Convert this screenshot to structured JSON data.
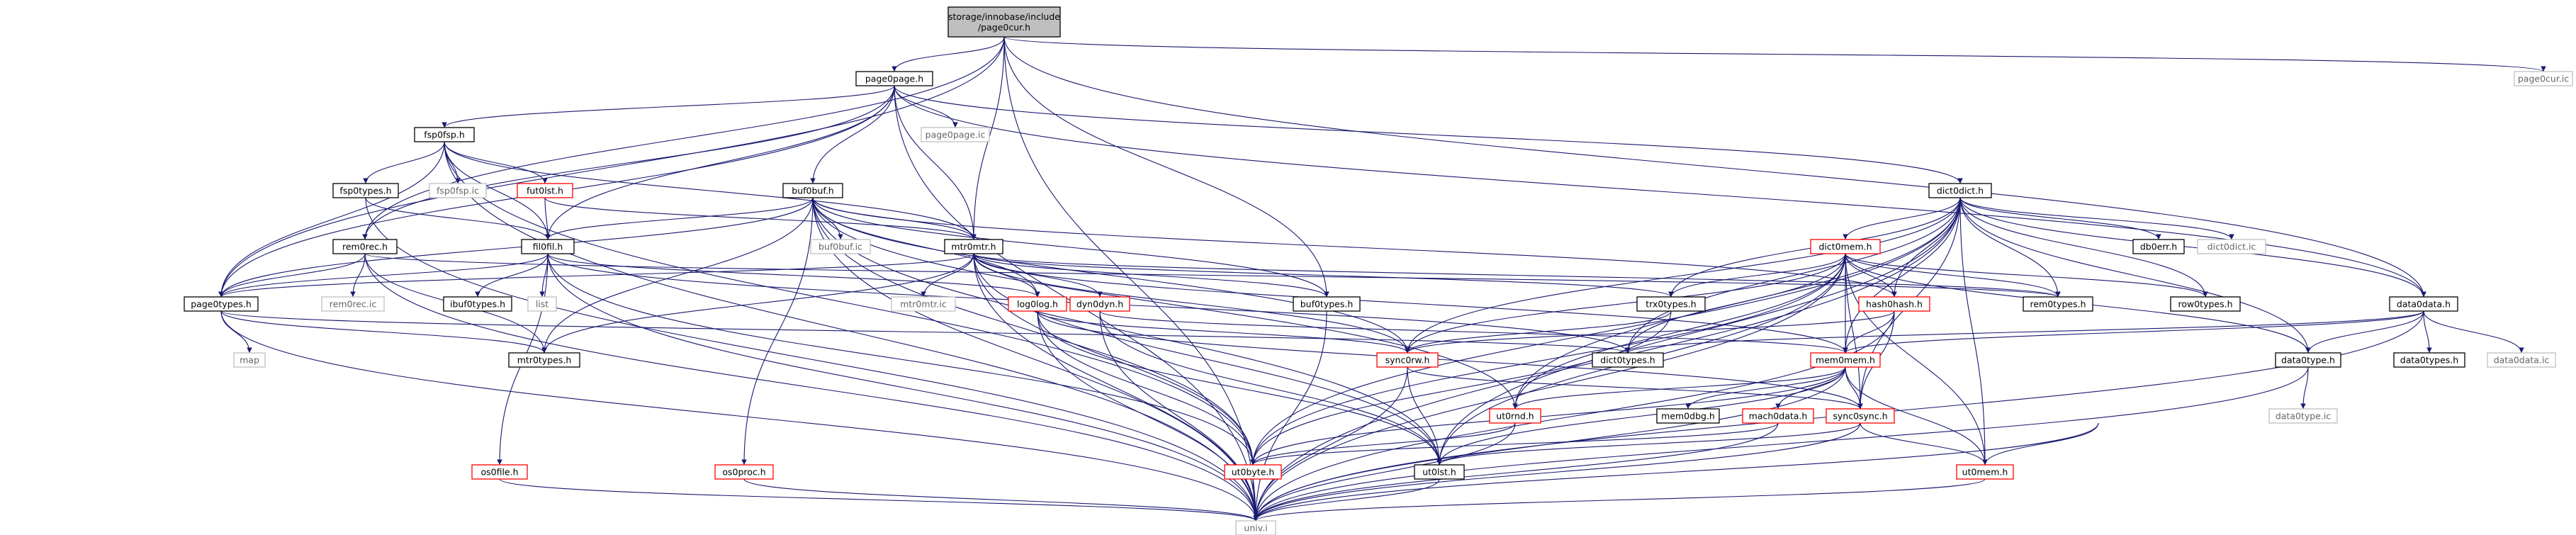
{
  "graph": {
    "colors": {
      "edge": "#191970",
      "root_fill": "#bfbfbf",
      "node_stroke": "#000000",
      "node_link_red": "#ff0000",
      "leaf_stroke": "#bfbfbf",
      "leaf_text": "#666666",
      "text": "#000000"
    },
    "nodes": [
      {
        "id": "page0cur_h",
        "lines": [
          "storage/innobase/include",
          "/page0cur.h"
        ],
        "style": "root"
      },
      {
        "id": "page0page_h",
        "lines": [
          "page0page.h"
        ],
        "style": "normal"
      },
      {
        "id": "page0cur_ic",
        "lines": [
          "page0cur.ic"
        ],
        "style": "leaf"
      },
      {
        "id": "fsp0fsp_h",
        "lines": [
          "fsp0fsp.h"
        ],
        "style": "normal"
      },
      {
        "id": "page0page_ic",
        "lines": [
          "page0page.ic"
        ],
        "style": "leaf"
      },
      {
        "id": "fsp0types_h",
        "lines": [
          "fsp0types.h"
        ],
        "style": "normal"
      },
      {
        "id": "fsp0fsp_ic",
        "lines": [
          "fsp0fsp.ic"
        ],
        "style": "leaf"
      },
      {
        "id": "fut0lst_h",
        "lines": [
          "fut0lst.h"
        ],
        "style": "red"
      },
      {
        "id": "buf0buf_h",
        "lines": [
          "buf0buf.h"
        ],
        "style": "normal"
      },
      {
        "id": "dict0dict_h",
        "lines": [
          "dict0dict.h"
        ],
        "style": "normal"
      },
      {
        "id": "rem0rec_h",
        "lines": [
          "rem0rec.h"
        ],
        "style": "normal"
      },
      {
        "id": "fil0fil_h",
        "lines": [
          "fil0fil.h"
        ],
        "style": "normal"
      },
      {
        "id": "buf0buf_ic",
        "lines": [
          "buf0buf.ic"
        ],
        "style": "leaf"
      },
      {
        "id": "mtr0mtr_h",
        "lines": [
          "mtr0mtr.h"
        ],
        "style": "normal"
      },
      {
        "id": "dict0mem_h",
        "lines": [
          "dict0mem.h"
        ],
        "style": "red"
      },
      {
        "id": "db0err_h",
        "lines": [
          "db0err.h"
        ],
        "style": "normal"
      },
      {
        "id": "dict0dict_ic",
        "lines": [
          "dict0dict.ic"
        ],
        "style": "leaf"
      },
      {
        "id": "page0types_h",
        "lines": [
          "page0types.h"
        ],
        "style": "normal"
      },
      {
        "id": "rem0rec_ic",
        "lines": [
          "rem0rec.ic"
        ],
        "style": "leaf"
      },
      {
        "id": "ibuf0types_h",
        "lines": [
          "ibuf0types.h"
        ],
        "style": "normal"
      },
      {
        "id": "list",
        "lines": [
          "list"
        ],
        "style": "leaf"
      },
      {
        "id": "mtr0mtr_ic",
        "lines": [
          "mtr0mtr.ic"
        ],
        "style": "leaf"
      },
      {
        "id": "log0log_h",
        "lines": [
          "log0log.h"
        ],
        "style": "red"
      },
      {
        "id": "dyn0dyn_h",
        "lines": [
          "dyn0dyn.h"
        ],
        "style": "red"
      },
      {
        "id": "buf0types_h",
        "lines": [
          "buf0types.h"
        ],
        "style": "normal"
      },
      {
        "id": "trx0types_h",
        "lines": [
          "trx0types.h"
        ],
        "style": "normal"
      },
      {
        "id": "rem0types_h",
        "lines": [
          "rem0types.h"
        ],
        "style": "normal"
      },
      {
        "id": "hash0hash_h",
        "lines": [
          "hash0hash.h"
        ],
        "style": "red"
      },
      {
        "id": "row0types_h",
        "lines": [
          "row0types.h"
        ],
        "style": "normal"
      },
      {
        "id": "data0data_h",
        "lines": [
          "data0data.h"
        ],
        "style": "normal"
      },
      {
        "id": "map",
        "lines": [
          "map"
        ],
        "style": "leaf"
      },
      {
        "id": "mtr0types_h",
        "lines": [
          "mtr0types.h"
        ],
        "style": "normal"
      },
      {
        "id": "sync0rw_h",
        "lines": [
          "sync0rw.h"
        ],
        "style": "red"
      },
      {
        "id": "dict0types_h",
        "lines": [
          "dict0types.h"
        ],
        "style": "normal"
      },
      {
        "id": "mem0mem_h",
        "lines": [
          "mem0mem.h"
        ],
        "style": "red"
      },
      {
        "id": "data0type_h",
        "lines": [
          "data0type.h"
        ],
        "style": "normal"
      },
      {
        "id": "data0types_h",
        "lines": [
          "data0types.h"
        ],
        "style": "normal"
      },
      {
        "id": "data0data_ic",
        "lines": [
          "data0data.ic"
        ],
        "style": "leaf"
      },
      {
        "id": "data0type_ic",
        "lines": [
          "data0type.ic"
        ],
        "style": "leaf"
      },
      {
        "id": "ut0rnd_h",
        "lines": [
          "ut0rnd.h"
        ],
        "style": "red"
      },
      {
        "id": "mem0dbg_h",
        "lines": [
          "mem0dbg.h"
        ],
        "style": "normal"
      },
      {
        "id": "mach0data_h",
        "lines": [
          "mach0data.h"
        ],
        "style": "red"
      },
      {
        "id": "sync0sync_h",
        "lines": [
          "sync0sync.h"
        ],
        "style": "red"
      },
      {
        "id": "ut0lst_h",
        "lines": [
          "ut0lst.h"
        ],
        "style": "normal"
      },
      {
        "id": "ut0byte_h",
        "lines": [
          "ut0byte.h"
        ],
        "style": "red"
      },
      {
        "id": "ut0mem_h",
        "lines": [
          "ut0mem.h"
        ],
        "style": "red"
      },
      {
        "id": "os0file_h",
        "lines": [
          "os0file.h"
        ],
        "style": "red"
      },
      {
        "id": "os0proc_h",
        "lines": [
          "os0proc.h"
        ],
        "style": "red"
      },
      {
        "id": "univ_i",
        "lines": [
          "univ.i"
        ],
        "style": "leaf"
      }
    ],
    "edges": [
      [
        "page0cur_h",
        "page0page_h"
      ],
      [
        "page0cur_h",
        "page0cur_ic"
      ],
      [
        "page0cur_h",
        "page0types_h"
      ],
      [
        "page0cur_h",
        "rem0rec_h"
      ],
      [
        "page0cur_h",
        "mtr0mtr_h"
      ],
      [
        "page0cur_h",
        "buf0types_h"
      ],
      [
        "page0cur_h",
        "data0data_h"
      ],
      [
        "page0cur_h",
        "univ_i"
      ],
      [
        "page0page_h",
        "fsp0fsp_h"
      ],
      [
        "page0page_h",
        "page0page_ic"
      ],
      [
        "page0page_h",
        "buf0buf_h"
      ],
      [
        "page0page_h",
        "dict0dict_h"
      ],
      [
        "page0page_h",
        "rem0rec_h"
      ],
      [
        "page0page_h",
        "fil0fil_h"
      ],
      [
        "page0page_h",
        "mtr0mtr_h"
      ],
      [
        "page0page_h",
        "page0types_h"
      ],
      [
        "page0page_h",
        "data0data_h"
      ],
      [
        "page0page_h",
        "univ_i"
      ],
      [
        "fsp0fsp_h",
        "fsp0types_h"
      ],
      [
        "fsp0fsp_h",
        "fsp0fsp_ic"
      ],
      [
        "fsp0fsp_h",
        "fut0lst_h"
      ],
      [
        "fsp0fsp_h",
        "fil0fil_h"
      ],
      [
        "fsp0fsp_h",
        "mtr0mtr_h"
      ],
      [
        "fsp0fsp_h",
        "page0types_h"
      ],
      [
        "fsp0fsp_h",
        "ut0byte_h"
      ],
      [
        "fsp0fsp_h",
        "univ_i"
      ],
      [
        "fsp0types_h",
        "fil0fil_h"
      ],
      [
        "fsp0types_h",
        "univ_i"
      ],
      [
        "fut0lst_h",
        "fil0fil_h"
      ],
      [
        "fut0lst_h",
        "mtr0mtr_h"
      ],
      [
        "buf0buf_h",
        "fil0fil_h"
      ],
      [
        "buf0buf_h",
        "buf0buf_ic"
      ],
      [
        "buf0buf_h",
        "mtr0mtr_h"
      ],
      [
        "buf0buf_h",
        "log0log_h"
      ],
      [
        "buf0buf_h",
        "buf0types_h"
      ],
      [
        "buf0buf_h",
        "hash0hash_h"
      ],
      [
        "buf0buf_h",
        "ut0rnd_h"
      ],
      [
        "buf0buf_h",
        "ut0byte_h"
      ],
      [
        "buf0buf_h",
        "mtr0types_h"
      ],
      [
        "buf0buf_h",
        "os0proc_h"
      ],
      [
        "buf0buf_h",
        "univ_i"
      ],
      [
        "buf0buf_h",
        "page0types_h"
      ],
      [
        "buf0buf_h",
        "ut0lst_h"
      ],
      [
        "buf0buf_h",
        "sync0rw_h"
      ],
      [
        "dict0dict_h",
        "dict0mem_h"
      ],
      [
        "dict0dict_h",
        "db0err_h"
      ],
      [
        "dict0dict_h",
        "dict0dict_ic"
      ],
      [
        "dict0dict_h",
        "data0data_h"
      ],
      [
        "dict0dict_h",
        "data0type_h"
      ],
      [
        "dict0dict_h",
        "dict0types_h"
      ],
      [
        "dict0dict_h",
        "rem0types_h"
      ],
      [
        "dict0dict_h",
        "trx0types_h"
      ],
      [
        "dict0dict_h",
        "row0types_h"
      ],
      [
        "dict0dict_h",
        "hash0hash_h"
      ],
      [
        "dict0dict_h",
        "mem0mem_h"
      ],
      [
        "dict0dict_h",
        "sync0sync_h"
      ],
      [
        "dict0dict_h",
        "sync0rw_h"
      ],
      [
        "dict0dict_h",
        "ut0rnd_h"
      ],
      [
        "dict0dict_h",
        "ut0byte_h"
      ],
      [
        "dict0dict_h",
        "ut0lst_h"
      ],
      [
        "dict0dict_h",
        "ut0mem_h"
      ],
      [
        "dict0dict_h",
        "univ_i"
      ],
      [
        "rem0rec_h",
        "rem0rec_ic"
      ],
      [
        "rem0rec_h",
        "page0types_h"
      ],
      [
        "rem0rec_h",
        "mtr0types_h"
      ],
      [
        "rem0rec_h",
        "rem0types_h"
      ],
      [
        "rem0rec_h",
        "univ_i"
      ],
      [
        "fil0fil_h",
        "ibuf0types_h"
      ],
      [
        "fil0fil_h",
        "list"
      ],
      [
        "fil0fil_h",
        "log0log_h"
      ],
      [
        "fil0fil_h",
        "dict0types_h"
      ],
      [
        "fil0fil_h",
        "page0types_h"
      ],
      [
        "fil0fil_h",
        "os0file_h"
      ],
      [
        "fil0fil_h",
        "ut0byte_h"
      ],
      [
        "fil0fil_h",
        "univ_i"
      ],
      [
        "mtr0mtr_h",
        "mtr0mtr_ic"
      ],
      [
        "mtr0mtr_h",
        "log0log_h"
      ],
      [
        "mtr0mtr_h",
        "dyn0dyn_h"
      ],
      [
        "mtr0mtr_h",
        "buf0types_h"
      ],
      [
        "mtr0mtr_h",
        "sync0rw_h"
      ],
      [
        "mtr0mtr_h",
        "mtr0types_h"
      ],
      [
        "mtr0mtr_h",
        "page0types_h"
      ],
      [
        "mtr0mtr_h",
        "ut0byte_h"
      ],
      [
        "mtr0mtr_h",
        "mem0mem_h"
      ],
      [
        "mtr0mtr_h",
        "univ_i"
      ],
      [
        "mtr0mtr_h",
        "trx0types_h"
      ],
      [
        "mtr0mtr_h",
        "rem0types_h"
      ],
      [
        "mtr0mtr_h",
        "ut0lst_h"
      ],
      [
        "dict0mem_h",
        "dict0types_h"
      ],
      [
        "dict0mem_h",
        "data0type_h"
      ],
      [
        "dict0mem_h",
        "mem0mem_h"
      ],
      [
        "dict0mem_h",
        "rem0types_h"
      ],
      [
        "dict0mem_h",
        "btr0types_h"
      ],
      [
        "dict0mem_h",
        "hash0hash_h"
      ],
      [
        "dict0mem_h",
        "trx0types_h"
      ],
      [
        "dict0mem_h",
        "ut0rnd_h"
      ],
      [
        "dict0mem_h",
        "ut0byte_h"
      ],
      [
        "dict0mem_h",
        "ut0lst_h"
      ],
      [
        "dict0mem_h",
        "sync0rw_h"
      ],
      [
        "dict0mem_h",
        "univ_i"
      ],
      [
        "dict0mem_h",
        "row0types_h"
      ],
      [
        "dict0mem_h",
        "sync0sync_h"
      ],
      [
        "dict0mem_h",
        "ut0mem_h"
      ],
      [
        "page0types_h",
        "map"
      ],
      [
        "page0types_h",
        "mtr0types_h"
      ],
      [
        "page0types_h",
        "dict0types_h"
      ],
      [
        "page0types_h",
        "univ_i"
      ],
      [
        "log0log_h",
        "ut0byte_h"
      ],
      [
        "log0log_h",
        "ut0lst_h"
      ],
      [
        "log0log_h",
        "sync0rw_h"
      ],
      [
        "log0log_h",
        "univ_i"
      ],
      [
        "log0log_h",
        "sync0sync_h"
      ],
      [
        "dyn0dyn_h",
        "mem0mem_h"
      ],
      [
        "dyn0dyn_h",
        "univ_i"
      ],
      [
        "dyn0dyn_h",
        "ut0lst_h"
      ],
      [
        "buf0types_h",
        "univ_i"
      ],
      [
        "trx0types_h",
        "ut0byte_h"
      ],
      [
        "trx0types_h",
        "sync0rw_h"
      ],
      [
        "hash0hash_h",
        "mem0mem_h"
      ],
      [
        "hash0hash_h",
        "sync0sync_h"
      ],
      [
        "hash0hash_h",
        "sync0rw_h"
      ],
      [
        "hash0hash_h",
        "univ_i"
      ],
      [
        "data0data_h",
        "data0types_h"
      ],
      [
        "data0data_h",
        "data0data_ic"
      ],
      [
        "data0data_h",
        "data0type_h"
      ],
      [
        "data0data_h",
        "mem0mem_h"
      ],
      [
        "data0data_h",
        "dict0types_h"
      ],
      [
        "data0data_h",
        "univ_i"
      ],
      [
        "sync0rw_h",
        "ut0lst_h"
      ],
      [
        "sync0rw_h",
        "univ_i"
      ],
      [
        "sync0rw_h",
        "sync0sync_h"
      ],
      [
        "mem0mem_h",
        "mem0dbg_h"
      ],
      [
        "mem0mem_h",
        "mach0data_h"
      ],
      [
        "mem0mem_h",
        "sync0sync_h"
      ],
      [
        "mem0mem_h",
        "ut0rnd_h"
      ],
      [
        "mem0mem_h",
        "ut0mem_h"
      ],
      [
        "mem0mem_h",
        "ut0byte_h"
      ],
      [
        "mem0mem_h",
        "ut0lst_h"
      ],
      [
        "mem0mem_h",
        "univ_i"
      ],
      [
        "data0type_h",
        "data0type_ic"
      ],
      [
        "data0type_h",
        "univ_i"
      ],
      [
        "ut0rnd_h",
        "ut0byte_h"
      ],
      [
        "ut0rnd_h",
        "univ_i"
      ],
      [
        "mach0data_h",
        "ut0byte_h"
      ],
      [
        "mach0data_h",
        "univ_i"
      ],
      [
        "sync0sync_h",
        "ut0lst_h"
      ],
      [
        "sync0sync_h",
        "ut0mem_h"
      ],
      [
        "sync0sync_h",
        "univ_i"
      ],
      [
        "ut0lst_h",
        "univ_i"
      ],
      [
        "ut0byte_h",
        "univ_i"
      ],
      [
        "ut0mem_h",
        "univ_i"
      ],
      [
        "os0file_h",
        "univ_i"
      ],
      [
        "os0proc_h",
        "univ_i"
      ],
      [
        "ut0dbg_h",
        "ut0mem_h"
      ],
      [
        "ut0dbg_h",
        "univ_i"
      ]
    ]
  }
}
